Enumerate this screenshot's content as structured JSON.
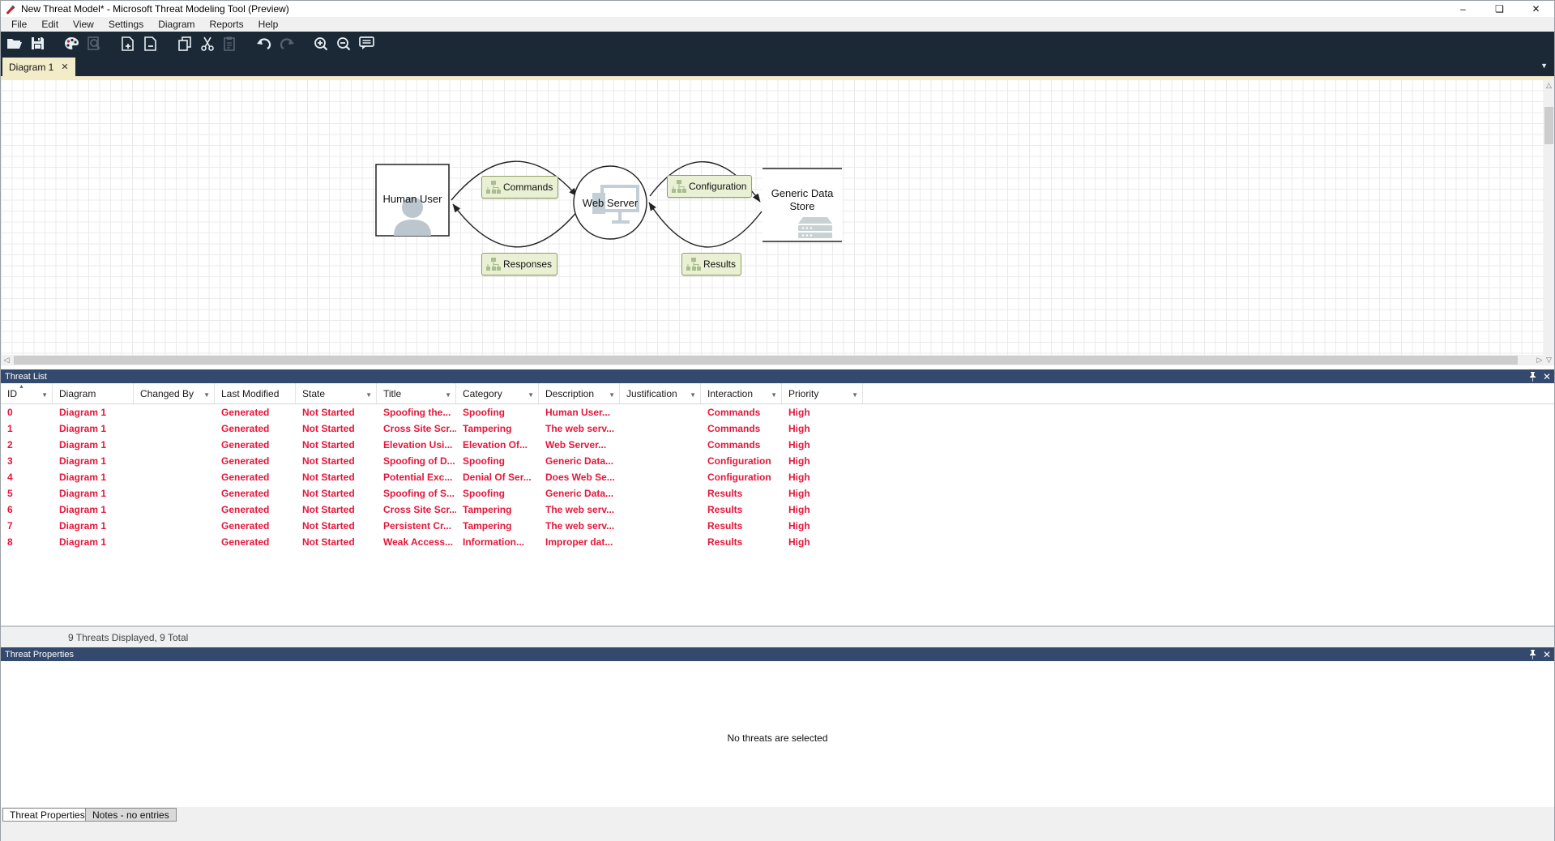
{
  "window": {
    "title": "New Threat Model* - Microsoft Threat Modeling Tool  (Preview)",
    "controls": {
      "minimize": "–",
      "restore": "❏",
      "close": "✕"
    }
  },
  "menu": {
    "items": [
      "File",
      "Edit",
      "View",
      "Settings",
      "Diagram",
      "Reports",
      "Help"
    ]
  },
  "toolbar": {
    "icons": [
      {
        "name": "open-icon",
        "enabled": true
      },
      {
        "name": "save-icon",
        "enabled": true
      },
      {
        "name": "gap"
      },
      {
        "name": "report-palette-icon",
        "enabled": true
      },
      {
        "name": "analyze-view-icon",
        "enabled": false
      },
      {
        "name": "gap"
      },
      {
        "name": "add-diagram-icon",
        "enabled": true
      },
      {
        "name": "remove-diagram-icon",
        "enabled": true
      },
      {
        "name": "gap"
      },
      {
        "name": "copy-icon",
        "enabled": true
      },
      {
        "name": "cut-icon",
        "enabled": true
      },
      {
        "name": "paste-icon",
        "enabled": false
      },
      {
        "name": "gap"
      },
      {
        "name": "undo-icon",
        "enabled": true
      },
      {
        "name": "redo-icon",
        "enabled": false
      },
      {
        "name": "gap"
      },
      {
        "name": "zoom-in-icon",
        "enabled": true
      },
      {
        "name": "zoom-out-icon",
        "enabled": true
      },
      {
        "name": "feedback-icon",
        "enabled": true
      }
    ]
  },
  "tabs": {
    "active_label": "Diagram 1",
    "close_glyph": "✕"
  },
  "diagram": {
    "nodes": [
      {
        "type": "external-entity",
        "label": "Human User"
      },
      {
        "type": "process",
        "label": "Web Server"
      },
      {
        "type": "data-store",
        "label": "Generic Data Store",
        "line1": "Generic Data",
        "line2": "Store"
      }
    ],
    "flows": [
      {
        "label": "Commands",
        "from": "Human User",
        "to": "Web Server"
      },
      {
        "label": "Responses",
        "from": "Web Server",
        "to": "Human User"
      },
      {
        "label": "Configuration",
        "from": "Web Server",
        "to": "Generic Data Store"
      },
      {
        "label": "Results",
        "from": "Generic Data Store",
        "to": "Web Server"
      }
    ]
  },
  "threat_list": {
    "title": "Threat List",
    "columns": [
      {
        "label": "ID",
        "filter": true,
        "sorted_asc": true
      },
      {
        "label": "Diagram",
        "filter": false
      },
      {
        "label": "Changed By",
        "filter": true
      },
      {
        "label": "Last Modified",
        "filter": false
      },
      {
        "label": "State",
        "filter": true
      },
      {
        "label": "Title",
        "filter": true
      },
      {
        "label": "Category",
        "filter": true
      },
      {
        "label": "Description",
        "filter": true
      },
      {
        "label": "Justification",
        "filter": true
      },
      {
        "label": "Interaction",
        "filter": true
      },
      {
        "label": "Priority",
        "filter": true
      }
    ],
    "rows": [
      [
        "0",
        "Diagram 1",
        "",
        "Generated",
        "Not Started",
        "Spoofing the...",
        "Spoofing",
        "Human User...",
        "",
        "Commands",
        "High"
      ],
      [
        "1",
        "Diagram 1",
        "",
        "Generated",
        "Not Started",
        "Cross Site Scr...",
        "Tampering",
        "The web serv...",
        "",
        "Commands",
        "High"
      ],
      [
        "2",
        "Diagram 1",
        "",
        "Generated",
        "Not Started",
        "Elevation Usi...",
        "Elevation Of...",
        "Web Server...",
        "",
        "Commands",
        "High"
      ],
      [
        "3",
        "Diagram 1",
        "",
        "Generated",
        "Not Started",
        "Spoofing of D...",
        "Spoofing",
        "Generic Data...",
        "",
        "Configuration",
        "High"
      ],
      [
        "4",
        "Diagram 1",
        "",
        "Generated",
        "Not Started",
        "Potential Exc...",
        "Denial Of Ser...",
        "Does Web Se...",
        "",
        "Configuration",
        "High"
      ],
      [
        "5",
        "Diagram 1",
        "",
        "Generated",
        "Not Started",
        "Spoofing of S...",
        "Spoofing",
        "Generic Data...",
        "",
        "Results",
        "High"
      ],
      [
        "6",
        "Diagram 1",
        "",
        "Generated",
        "Not Started",
        "Cross Site Scr...",
        "Tampering",
        "The web serv...",
        "",
        "Results",
        "High"
      ],
      [
        "7",
        "Diagram 1",
        "",
        "Generated",
        "Not Started",
        "Persistent Cr...",
        "Tampering",
        "The web serv...",
        "",
        "Results",
        "High"
      ],
      [
        "8",
        "Diagram 1",
        "",
        "Generated",
        "Not Started",
        "Weak Access...",
        "Information...",
        "Improper dat...",
        "",
        "Results",
        "High"
      ]
    ],
    "status": "9 Threats Displayed, 9 Total"
  },
  "threat_properties": {
    "title": "Threat Properties",
    "empty_message": "No threats are selected",
    "tabs": [
      {
        "label": "Threat Properties",
        "active": true
      },
      {
        "label": "Notes - no entries",
        "active": false
      }
    ]
  },
  "colors": {
    "toolbar_navy": "#1b2936",
    "panel_header_blue": "#33496d",
    "row_red": "#e4173a",
    "tab_cream": "#f2ecc9",
    "flow_fill": "#e9f0d4",
    "flow_border": "#93a065"
  }
}
